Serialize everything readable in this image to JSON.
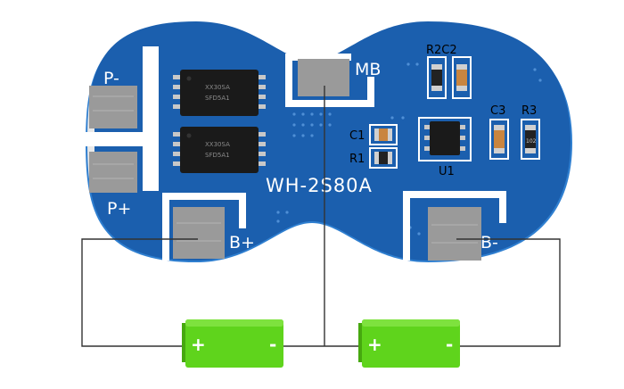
{
  "board": {
    "model": "WH-2S80A",
    "colors": {
      "pcb": "#1b5fae",
      "pcb_edge": "#2f7fd0",
      "silkscreen": "#ffffff",
      "pad": "#9a9a9a",
      "wire": "#333333",
      "battery": "#5fd41c"
    }
  },
  "labels": {
    "p_minus": "P-",
    "p_plus": "P+",
    "mb": "MB",
    "b_plus": "B+",
    "b_minus": "B-",
    "c1": "C1",
    "r1": "R1",
    "u1": "U1",
    "r2c2": "R2C2",
    "c3": "C3",
    "r3": "R3"
  },
  "chips": {
    "mosfet_top": [
      "XX30SA",
      "SFD5A1"
    ],
    "mosfet_bottom": [
      "XX30SA",
      "SFD5A1"
    ],
    "r3_value": "102"
  },
  "batteries": [
    {
      "plus": "+",
      "minus": "-"
    },
    {
      "plus": "+",
      "minus": "-"
    }
  ]
}
